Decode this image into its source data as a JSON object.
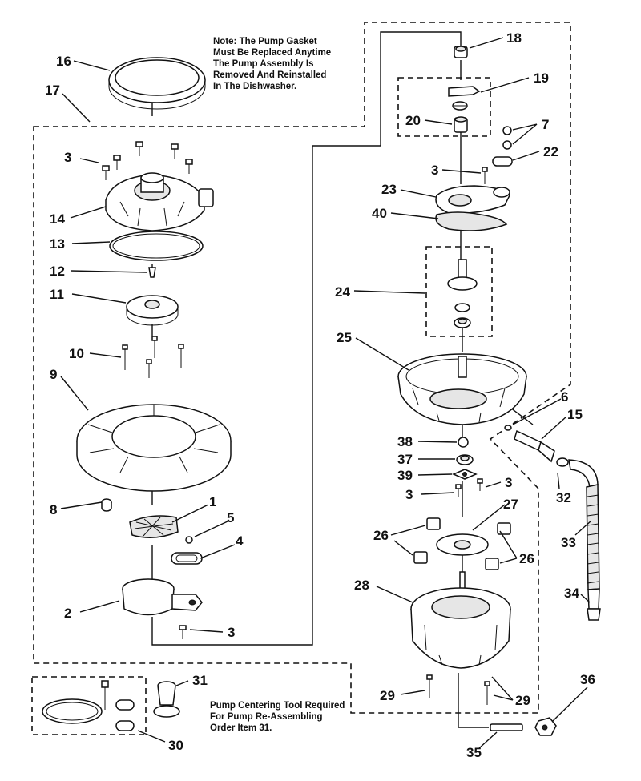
{
  "notes": {
    "gasket": [
      "Note: The Pump Gasket",
      "Must Be Replaced Anytime",
      "The Pump Assembly Is",
      "Removed And Reinstalled",
      "In The Dishwasher."
    ],
    "tool": [
      "Pump Centering Tool Required",
      "For Pump Re-Assembling",
      "Order Item 31."
    ]
  },
  "callouts": {
    "c1": "1",
    "c2": "2",
    "c3a": "3",
    "c3b": "3",
    "c3c": "3",
    "c3d": "3",
    "c3e": "3",
    "c4": "4",
    "c5": "5",
    "c6": "6",
    "c7": "7",
    "c8": "8",
    "c9": "9",
    "c10": "10",
    "c11": "11",
    "c12": "12",
    "c13": "13",
    "c14": "14",
    "c15": "15",
    "c16": "16",
    "c17": "17",
    "c18": "18",
    "c19": "19",
    "c20": "20",
    "c22": "22",
    "c23": "23",
    "c24": "24",
    "c25": "25",
    "c26a": "26",
    "c26b": "26",
    "c27": "27",
    "c28": "28",
    "c29a": "29",
    "c29b": "29",
    "c30": "30",
    "c31": "31",
    "c32": "32",
    "c33": "33",
    "c34": "34",
    "c35": "35",
    "c36": "36",
    "c37": "37",
    "c38": "38",
    "c39": "39",
    "c40": "40"
  }
}
